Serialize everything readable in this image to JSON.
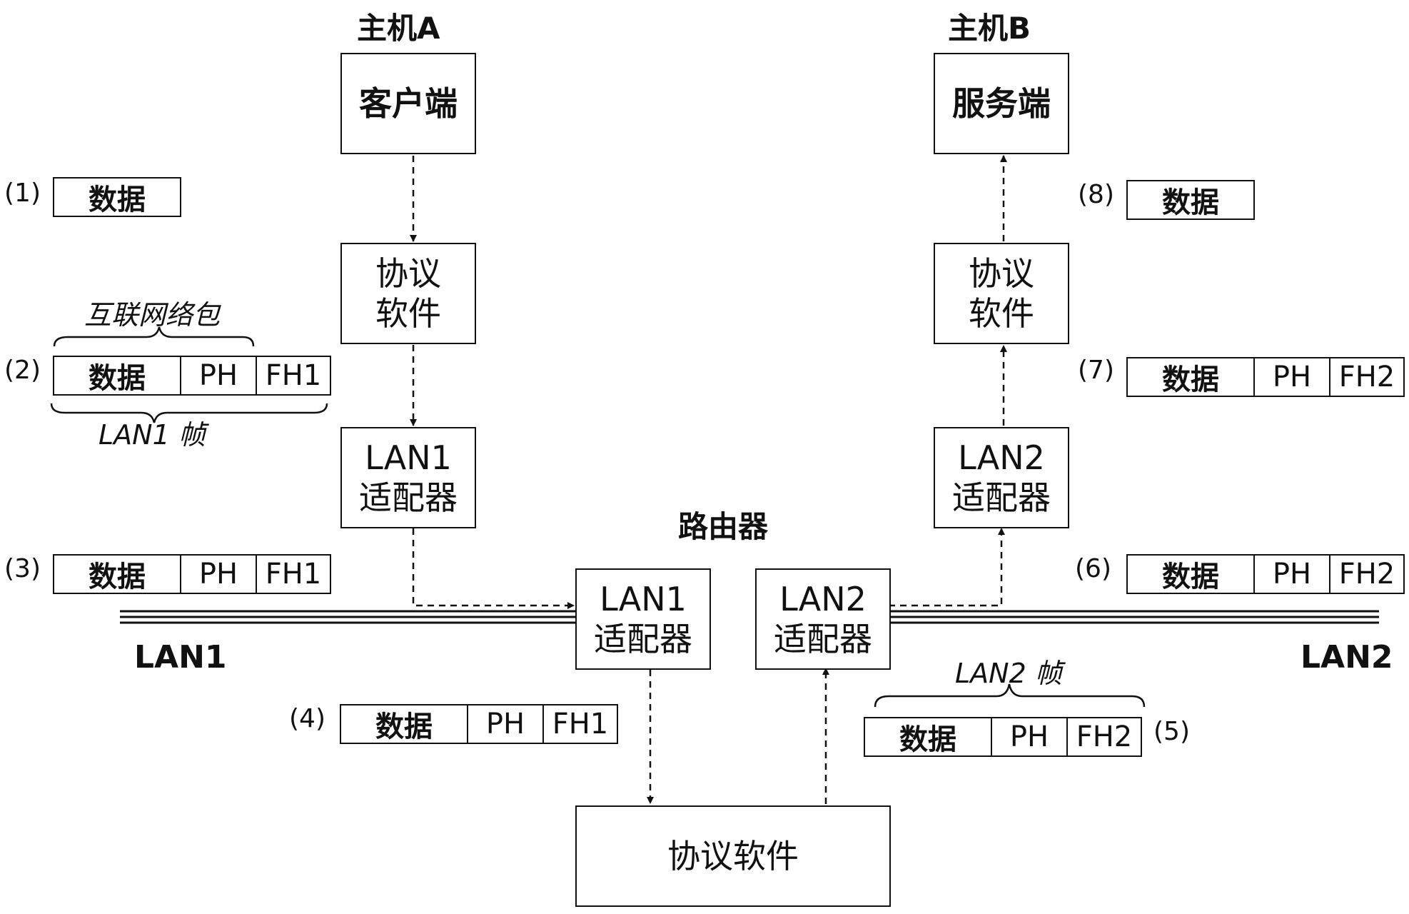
{
  "host_a": {
    "title": "主机A",
    "app": "客户端",
    "protocol": [
      "协议",
      "软件"
    ],
    "adapter": [
      "LAN1",
      "适配器"
    ]
  },
  "host_b": {
    "title": "主机B",
    "app": "服务端",
    "protocol": [
      "协议",
      "软件"
    ],
    "adapter": [
      "LAN2",
      "适配器"
    ]
  },
  "router": {
    "title": "路由器",
    "adapter1": [
      "LAN1",
      "适配器"
    ],
    "adapter2": [
      "LAN2",
      "适配器"
    ],
    "protocol": "协议软件"
  },
  "lan_labels": {
    "left": "LAN1",
    "right": "LAN2"
  },
  "braces": {
    "internet_packet": "互联网络包",
    "lan1_frame": "LAN1 帧",
    "lan2_frame": "LAN2 帧"
  },
  "packet_fields": {
    "data": "数据",
    "ph": "PH",
    "fh1": "FH1",
    "fh2": "FH2"
  },
  "steps": {
    "s1": "(1)",
    "s2": "(2)",
    "s3": "(3)",
    "s4": "(4)",
    "s5": "(5)",
    "s6": "(6)",
    "s7": "(7)",
    "s8": "(8)"
  }
}
